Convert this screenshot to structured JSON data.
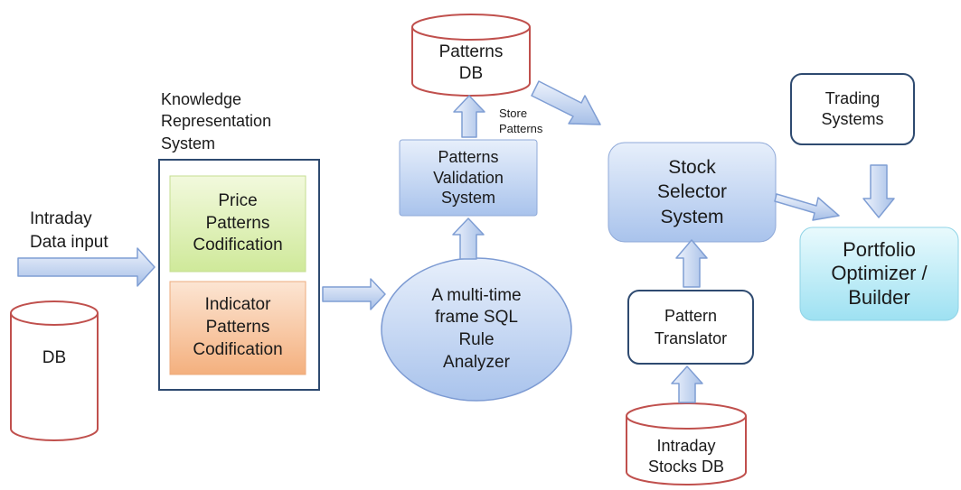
{
  "diagram": {
    "intraday_input_label": "Intraday\nData input",
    "db_label": "DB",
    "krs_title": "Knowledge\nRepresentation\nSystem",
    "price_patterns": "Price\nPatterns\nCodification",
    "indicator_patterns": "Indicator\nPatterns\nCodification",
    "rule_analyzer": "A multi-time\nframe SQL\nRule\nAnalyzer",
    "validation_system": "Patterns\nValidation\nSystem",
    "patterns_db": "Patterns\nDB",
    "store_patterns": "Store\nPatterns",
    "stock_selector": "Stock\nSelector\nSystem",
    "trading_systems": "Trading\nSystems",
    "portfolio_optimizer": "Portfolio\nOptimizer /\nBuilder",
    "pattern_translator": "Pattern\nTranslator",
    "intraday_stocks_db": "Intraday\nStocks DB"
  }
}
